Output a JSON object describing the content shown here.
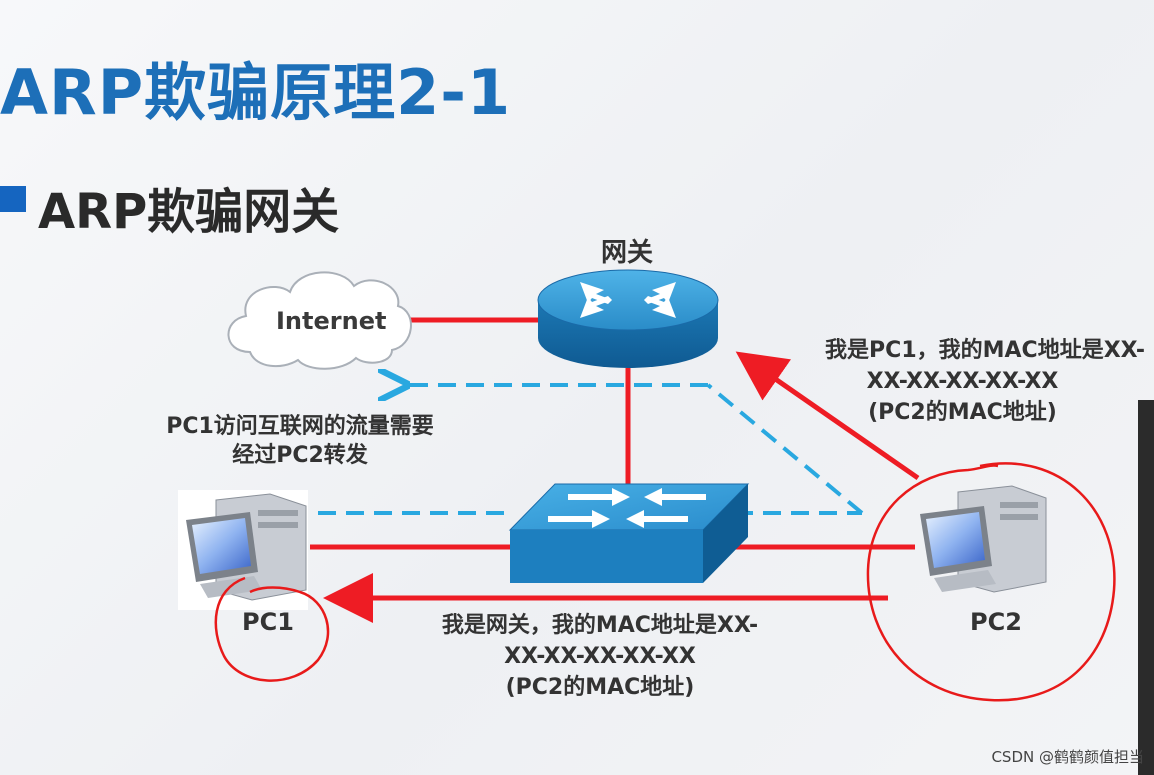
{
  "slide": {
    "title": "ARP欺骗原理2-1",
    "subtitle": "ARP欺骗网关"
  },
  "nodes": {
    "gateway": "网关",
    "internet": "Internet",
    "pc1": "PC1",
    "pc2": "PC2"
  },
  "notes": {
    "traffic_line1": "PC1访问互联网的流量需要",
    "traffic_line2": "经过PC2转发",
    "to_gateway_line1": "我是PC1，我的MAC地址是XX-",
    "to_gateway_line2": "XX-XX-XX-XX-XX",
    "to_gateway_line3": "(PC2的MAC地址)",
    "to_pc1_line1": "我是网关，我的MAC地址是XX-",
    "to_pc1_line2": "XX-XX-XX-XX-XX",
    "to_pc1_line3": "(PC2的MAC地址)"
  },
  "watermark": "CSDN @鹤鹤颜值担当",
  "colors": {
    "title": "#1d6fb8",
    "link": "#ee1c24",
    "traffic": "#29a8e0",
    "annotation": "#e81a1a"
  }
}
